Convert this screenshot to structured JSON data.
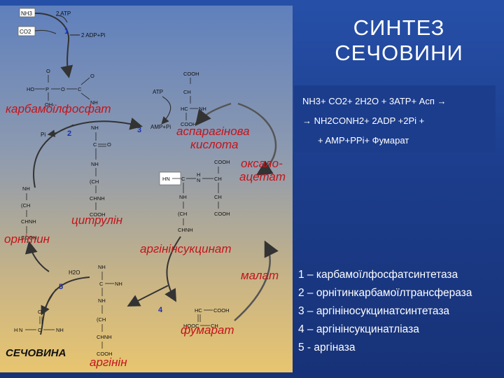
{
  "slide": {
    "title_line1": "СИНТЕЗ",
    "title_line2": "СЕЧОВИНИ"
  },
  "equation": {
    "line1": "NH3+ CO2+ 2H2O + 3ATP+ Асп →",
    "line2": "→ NH2CONH2+ 2ADP +2Pi +",
    "line3": "+ AMP+PPi+ Фумарат"
  },
  "enzymes": [
    "1 – карбамоїлфосфатсинтетаза",
    "2 – орнітинкарбамоїлтрансфераза",
    "3 – аргініносукцинатсинтетаза",
    "4 – аргінінсукцинатліаза",
    "5 - аргіназа"
  ],
  "compounds": {
    "carbamoyl_phosphate": "карбамоїлфосфат",
    "aspartate_line1": "аспарагінова",
    "aspartate_line2": "кислота",
    "oxaloacetate_line1": "оксало-",
    "oxaloacetate_line2": "ацетат",
    "citrulline": "цитрулін",
    "ornithine": "орнітин",
    "argininosuccinate": "аргінінсукцинат",
    "malate": "малат",
    "fumarate": "фумарат",
    "urea": "СЕЧОВИНА",
    "arginine": "аргінін"
  },
  "reactants": {
    "nh3": "NH3",
    "co2": "CO2",
    "atp2": "2 ATP",
    "adp_pi": "2 ADP+Pi",
    "atp": "ATP",
    "amp_ppi": "AMP+Pi",
    "pi": "Pi",
    "h2o": "H2O"
  },
  "step_numbers": [
    "1",
    "2",
    "3",
    "4",
    "5"
  ],
  "colors": {
    "red_label": "#c4141a",
    "step_number": "#1a2fb0",
    "step_number_alt": "#c4141a",
    "arrow": "#555555",
    "arrow_dark": "#222222"
  }
}
